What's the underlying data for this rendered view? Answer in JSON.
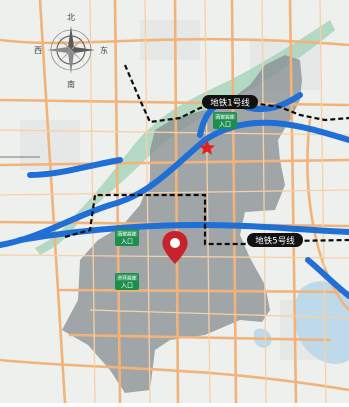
{
  "compass": {
    "north": "北",
    "south": "南",
    "west": "西",
    "east": "东"
  },
  "metro": {
    "line1": {
      "label": "地铁1号线",
      "color": "#0d0d0d"
    },
    "line5": {
      "label": "地铁5号线",
      "color": "#0d0d0d"
    }
  },
  "entrances": [
    {
      "name": "西安高速",
      "entry": "入口"
    },
    {
      "name": "西安高速",
      "entry": "入口"
    },
    {
      "name": "外环高速",
      "entry": "入口"
    }
  ],
  "colors": {
    "land": "#eef0ed",
    "district": "#8b8f94",
    "main_road": "#f2b37a",
    "expressway": "#1f6fd6",
    "water": "#bed9e9",
    "green": "#a8d4bb",
    "pin": "#c8232c",
    "star": "#e02020",
    "entrance_badge": "#1e8e4f"
  },
  "markers": {
    "star": "star-icon",
    "pin": "location-pin-icon"
  }
}
